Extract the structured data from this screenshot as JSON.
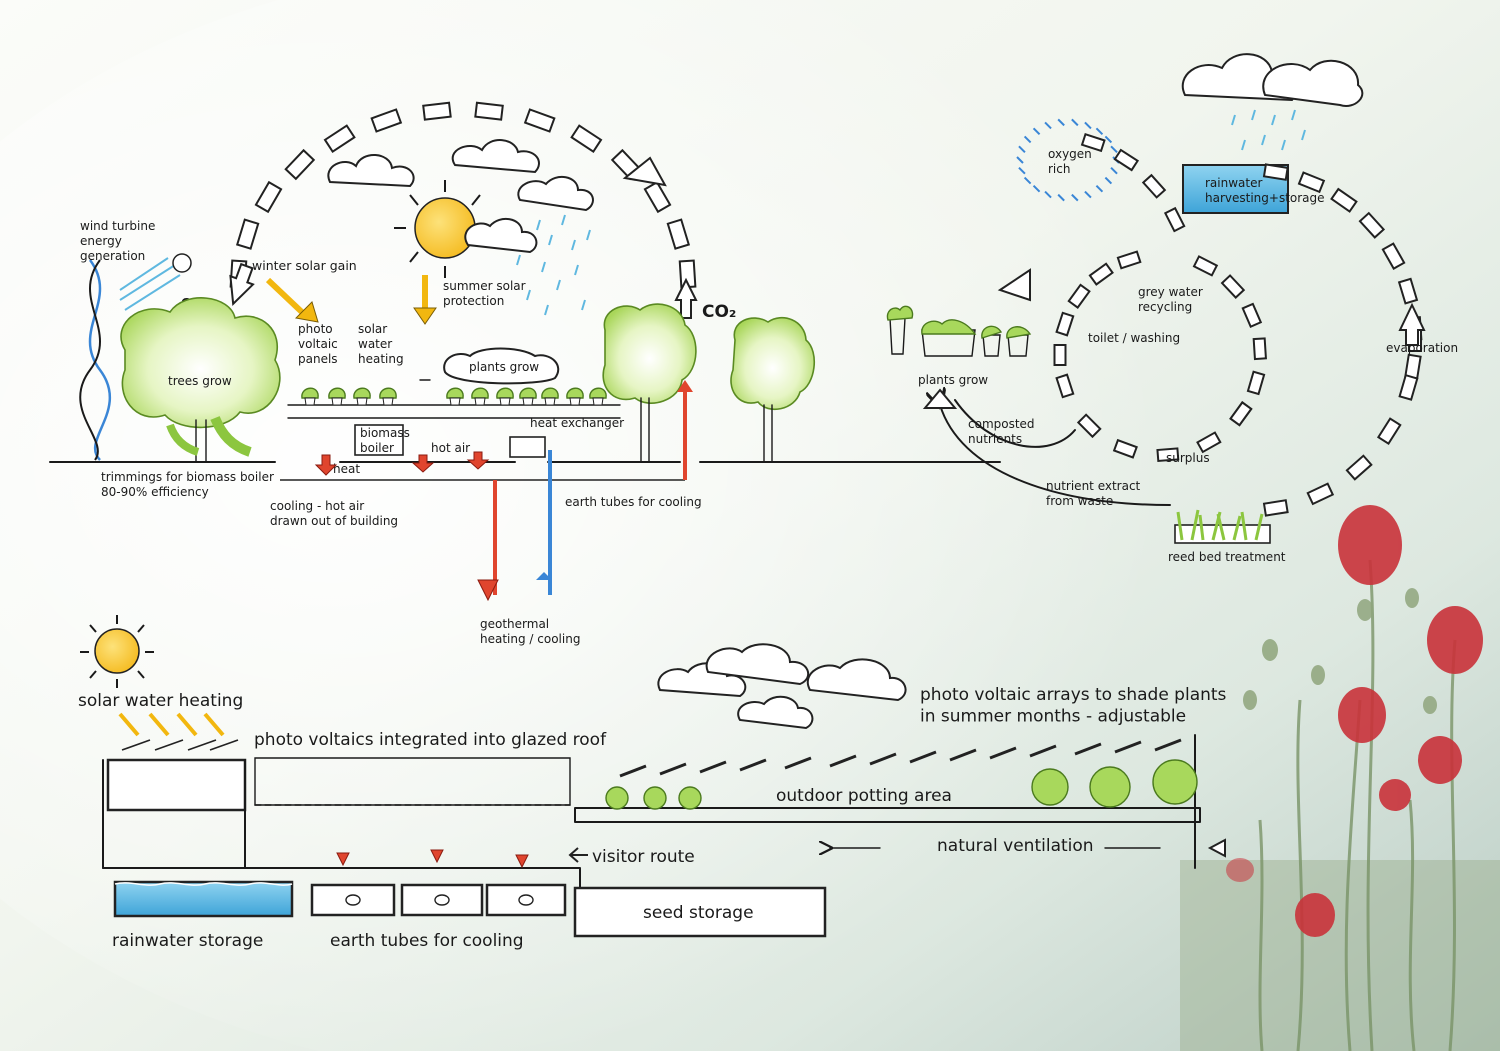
{
  "colors": {
    "background_light": "#f5f7f3",
    "background_mist": "#c9d8d4",
    "sun": "#f7c62a",
    "foliage": "#a8d85c",
    "water": "#5fb8e0",
    "hot_pipe": "#e0452e",
    "cold_pipe": "#3a86d6",
    "arrow_solar": "#f2b70f",
    "poppy": "#c9323a",
    "ink": "#1a1a1a"
  },
  "left_cycle": {
    "wind_turbine": "wind turbine\nenergy\ngeneration",
    "winter_solar_gain": "winter solar gain",
    "summer_solar_protection": "summer solar\nprotection",
    "co2_left": "CO₂",
    "co2_right": "CO₂",
    "trees_grow": "trees grow",
    "pv_panels": "photo\nvoltaic\npanels",
    "solar_water_heating": "solar\nwater\nheating",
    "plants_grow": "plants grow",
    "heat_exchanger": "heat exchanger",
    "biomass_boiler": "biomass\nboiler",
    "hot_air": "hot air",
    "heat": "heat",
    "trimmings": "trimmings for biomass boiler\n80-90% efficiency",
    "cooling": "cooling - hot air\ndrawn out of building",
    "earth_tubes": "earth tubes for cooling",
    "geothermal": "geothermal\nheating / cooling"
  },
  "right_cycle": {
    "oxygen_rich": "oxygen\nrich",
    "rainwater": "rainwater\nharvesting+storage",
    "grey_water": "grey water\nrecycling",
    "toilet_washing": "toilet / washing",
    "plants_grow": "plants grow",
    "evaporation": "evaporation",
    "composted_nutrients": "composted\nnutrients",
    "surplus": "surplus",
    "nutrient_extract": "nutrient extract\nfrom waste",
    "reed_bed": "reed bed treatment"
  },
  "section": {
    "solar_water_heating": "solar water heating",
    "pv_glazed_roof": "photo voltaics integrated into glazed roof",
    "pv_arrays": "photo voltaic arrays to shade plants\nin summer months - adjustable",
    "outdoor_potting": "outdoor potting area",
    "visitor_route": "visitor route",
    "natural_ventilation": "natural ventilation",
    "rainwater_storage": "rainwater storage",
    "earth_tubes": "earth tubes for cooling",
    "seed_storage": "seed storage"
  }
}
